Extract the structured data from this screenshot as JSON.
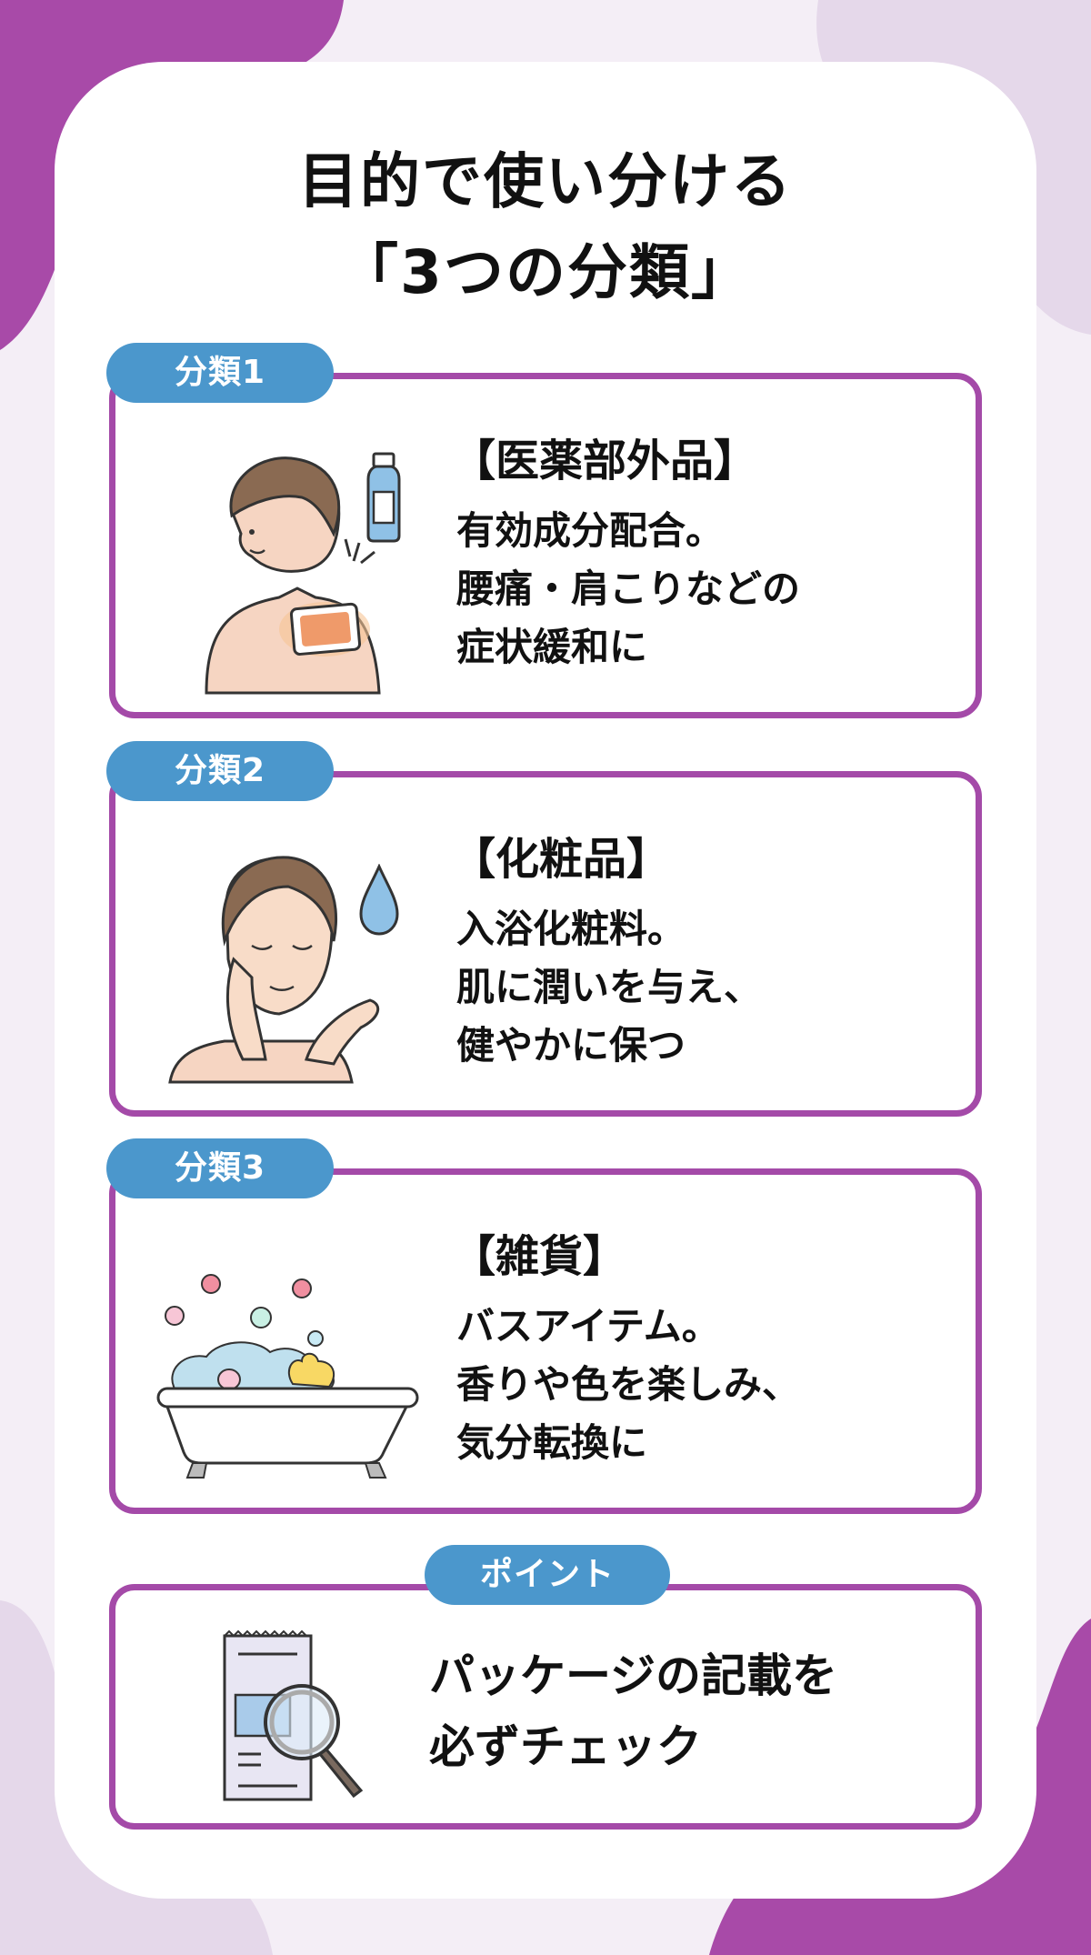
{
  "title": {
    "line1": "目的で使い分ける",
    "line2": "「3つの分類」"
  },
  "categories": [
    {
      "tag": "分類1",
      "heading": "【医薬部外品】",
      "body": "有効成分配合。\n腰痛・肩こりなどの\n症状緩和に",
      "illustration": "man-shoulder-patch-with-bottle"
    },
    {
      "tag": "分類2",
      "heading": "【化粧品】",
      "body": "入浴化粧料。\n肌に潤いを与え、\n健やかに保つ",
      "illustration": "woman-skincare-water-drop"
    },
    {
      "tag": "分類3",
      "heading": "【雑貨】",
      "body": "バスアイテム。\n香りや色を楽しみ、\n気分転換に",
      "illustration": "bathtub-bubbles-duck-flowers"
    }
  ],
  "point": {
    "tag": "ポイント",
    "body": "パッケージの記載を\n必ずチェック",
    "illustration": "package-magnifying-glass"
  },
  "colors": {
    "accent_purple": "#a44aa8",
    "tag_blue": "#4b97cc",
    "background": "#f4eef6",
    "blob_light": "#e5d8ea"
  }
}
